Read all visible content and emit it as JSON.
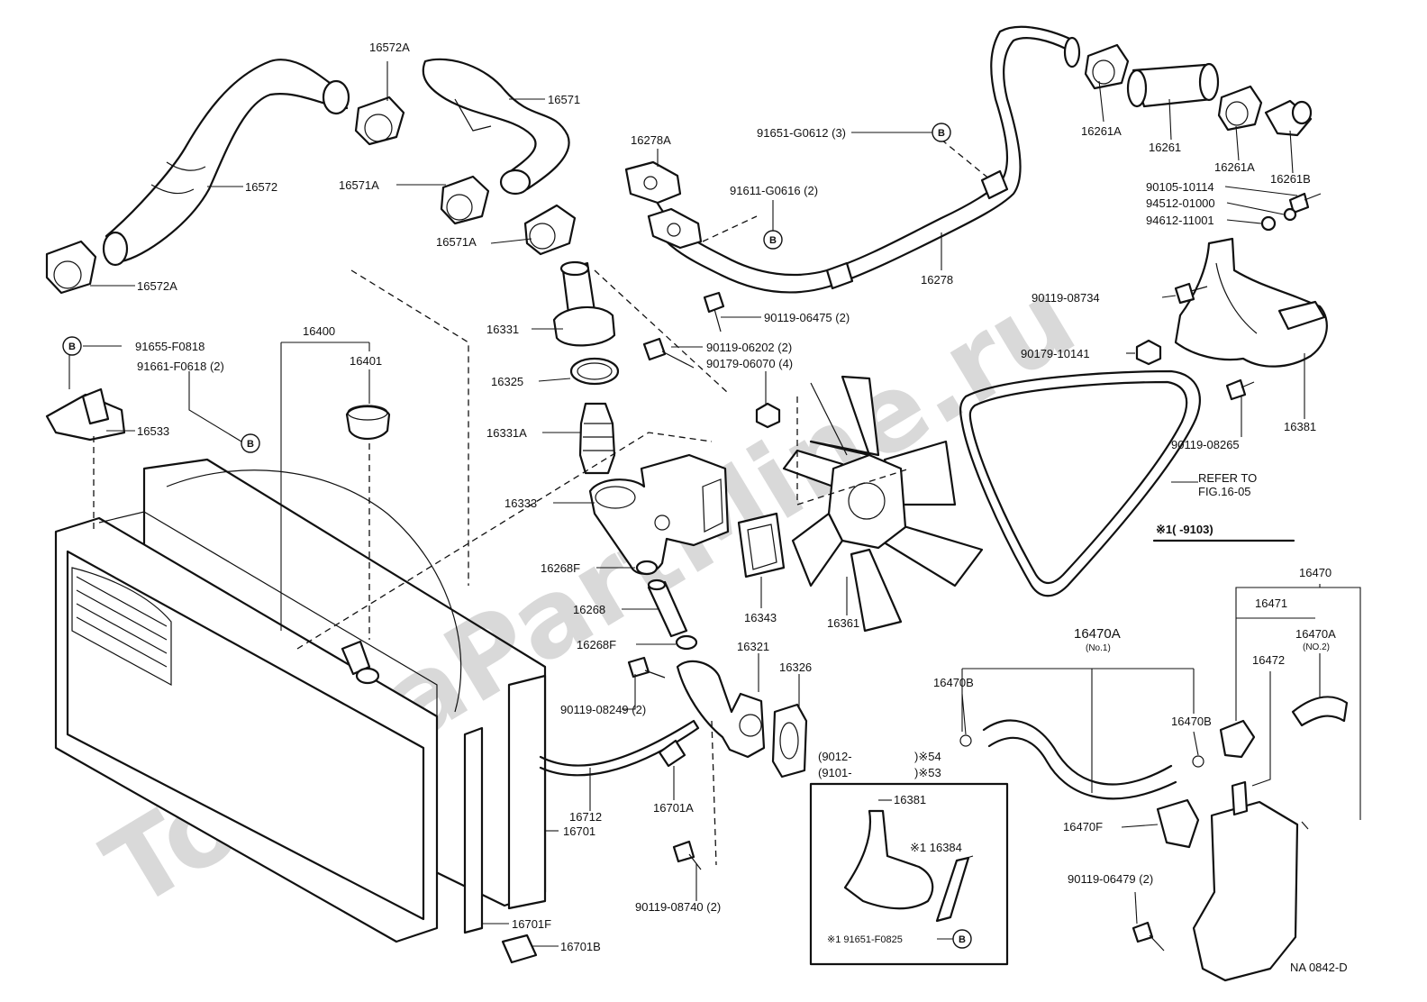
{
  "watermark": "ToyotaPartMine.ru",
  "figure_code": "NA 0842-D",
  "marker_letter": "B",
  "refer_note": {
    "line1": "REFER TO",
    "line2": "FIG.16-05"
  },
  "fan_belt_range": "※1(      -9103)",
  "inset": {
    "range1": "(9012-",
    "range1_code": ")※54",
    "range2": "(9101-",
    "range2_code": ")※53",
    "part_bracket": "16381",
    "part_stay": "※1 16384",
    "part_bolt": "※1 91651-F0825"
  },
  "labels": {
    "p16572A_top": "16572A",
    "p16571": "16571",
    "p16572": "16572",
    "p16571A_a": "16571A",
    "p16571A_b": "16571A",
    "p16572A_bot": "16572A",
    "p16278A": "16278A",
    "p91651_G0612": "91651-G0612 (3)",
    "p91611_G0616": "91611-G0616 (2)",
    "p16278": "16278",
    "p16261A_a": "16261A",
    "p16261": "16261",
    "p16261A_b": "16261A",
    "p16261B": "16261B",
    "p90105_10114": "90105-10114",
    "p94512_01000": "94512-01000",
    "p94612_11001": "94612-11001",
    "p90119_08734": "90119-08734",
    "p90179_10141": "90179-10141",
    "p16381": "16381",
    "p90119_08265": "90119-08265",
    "p16331": "16331",
    "p90119_06475": "90119-06475 (2)",
    "p90119_06202": "90119-06202 (2)",
    "p90179_06070": "90179-06070 (4)",
    "p16325": "16325",
    "p16331A": "16331A",
    "p16333": "16333",
    "p16268F_a": "16268F",
    "p16268": "16268",
    "p16268F_b": "16268F",
    "p16343": "16343",
    "p16361": "16361",
    "p16321": "16321",
    "p16326": "16326",
    "p90119_08249": "90119-08249 (2)",
    "p16712": "16712",
    "p16701A": "16701A",
    "p16701": "16701",
    "p90119_08740": "90119-08740 (2)",
    "p16701F": "16701F",
    "p16701B": "16701B",
    "p91655_F0818": "91655-F0818",
    "p91661_F0618": "91661-F0618 (2)",
    "p16533": "16533",
    "p16400": "16400",
    "p16401": "16401",
    "p16470": "16470",
    "p16471": "16471",
    "p16470A_no2": "16470A",
    "p16470A_no2_sub": "(NO.2)",
    "p16472": "16472",
    "p16470A_no1": "16470A",
    "p16470A_no1_sub": "(No.1)",
    "p16470B_a": "16470B",
    "p16470B_b": "16470B",
    "p16470F": "16470F",
    "p90119_06479": "90119-06479 (2)"
  }
}
